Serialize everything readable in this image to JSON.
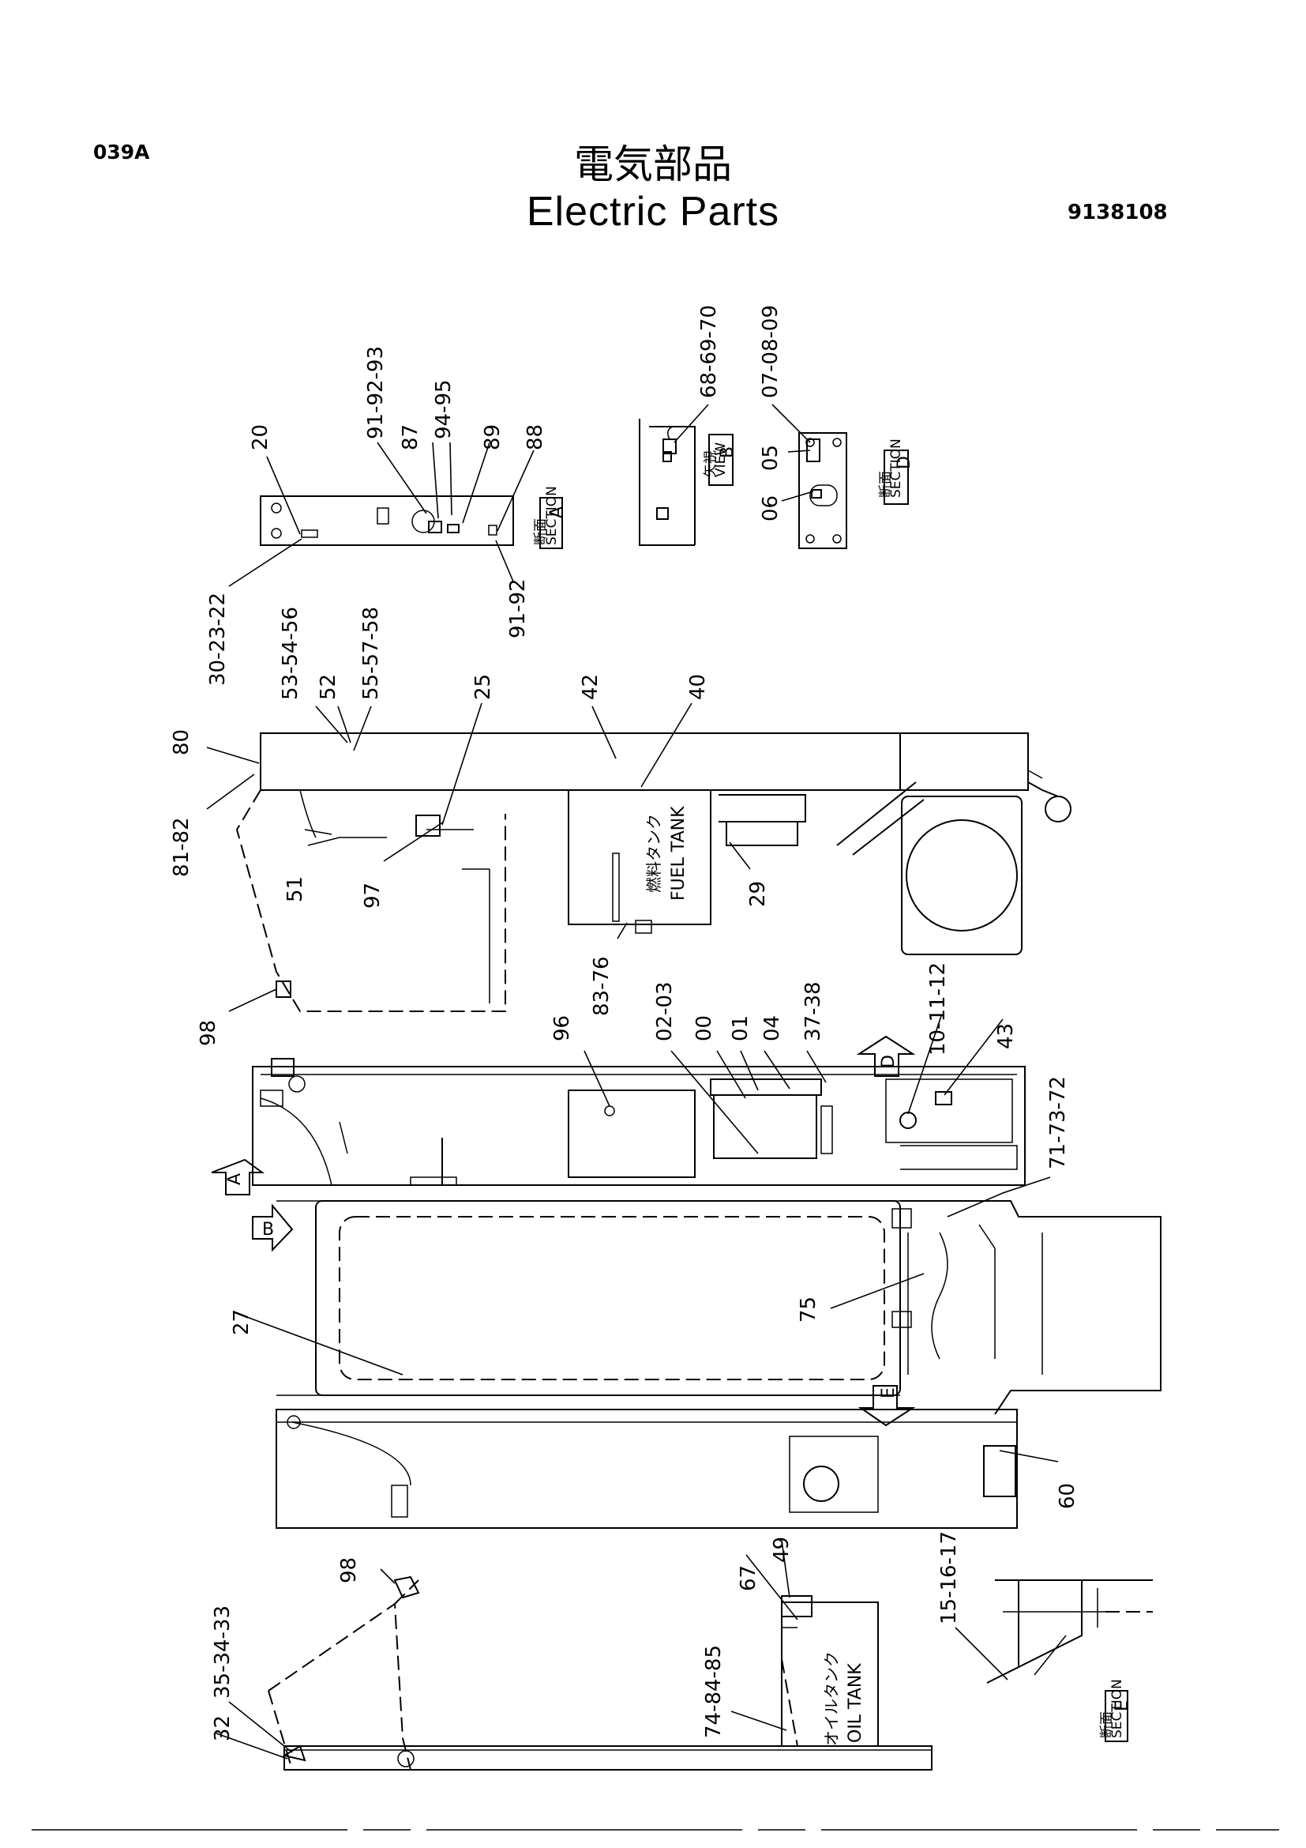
{
  "header": {
    "page_code": "039A",
    "title_jp": "電気部品",
    "title_en": "Electric  Parts",
    "doc_number": "9138108"
  },
  "section_markers": [
    {
      "id": "section-a",
      "kanji": "断面",
      "word": "SECTION",
      "letter": "A"
    },
    {
      "id": "view-b",
      "kanji": "矢視",
      "word": "VIEW",
      "letter": "B"
    },
    {
      "id": "section-d",
      "kanji": "断面",
      "word": "SECTION",
      "letter": "D"
    },
    {
      "id": "section-e",
      "kanji": "断面",
      "word": "SECTION",
      "letter": "E"
    }
  ],
  "view_arrows": [
    "A",
    "B",
    "D",
    "E"
  ],
  "tank_labels": {
    "fuel_jp": "燃料タンク",
    "fuel_en": "FUEL TANK",
    "oil_jp": "オイルタンク",
    "oil_en": "OIL TANK"
  },
  "callouts": [
    "20",
    "91-92-93",
    "87",
    "94-95",
    "89",
    "88",
    "30-23-22",
    "91-92",
    "68-69-70",
    "07-08-09",
    "05",
    "06",
    "53-54-56",
    "52",
    "55-57-58",
    "25",
    "42",
    "40",
    "80",
    "81-82",
    "51",
    "97",
    "29",
    "83-76",
    "98",
    "96",
    "02-03",
    "00",
    "01",
    "04",
    "37-38",
    "10-11-12",
    "43",
    "71-73-72",
    "75",
    "27",
    "60",
    "35-34-33",
    "32",
    "67",
    "49",
    "74-84-85",
    "15-16-17"
  ]
}
